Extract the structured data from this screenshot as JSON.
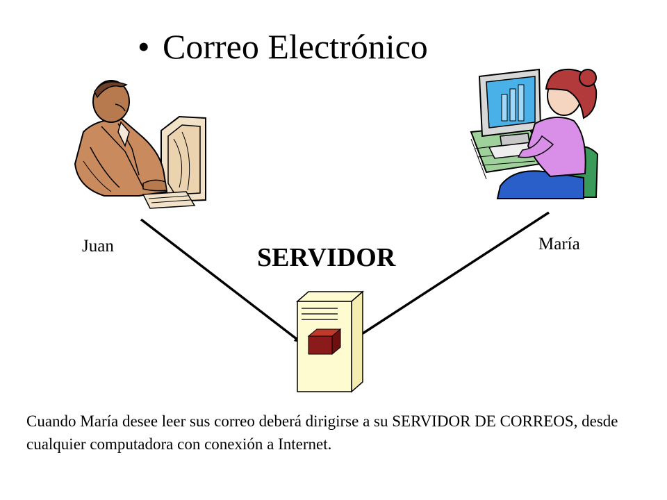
{
  "title": {
    "bullet": "•",
    "text": "Correo Electrónico"
  },
  "people": {
    "left_name": "Juan",
    "right_name": "María"
  },
  "server": {
    "label": "SERVIDOR"
  },
  "caption": {
    "text": "Cuando María desee leer sus correo deberá dirigirse a su  SERVIDOR DE CORREOS, desde cualquier computadora con conexión a Internet."
  },
  "colors": {
    "server_body": "#fffbd0",
    "server_box": "#8b1a1a",
    "juan_suit": "#c98a5e",
    "maria_shirt": "#d98fe8",
    "maria_hair": "#b33a3a",
    "maria_chair": "#3a9a5a",
    "maria_pants": "#2a5ec8",
    "monitor_screen": "#4ab0e8",
    "desk": "#9fd29a"
  }
}
